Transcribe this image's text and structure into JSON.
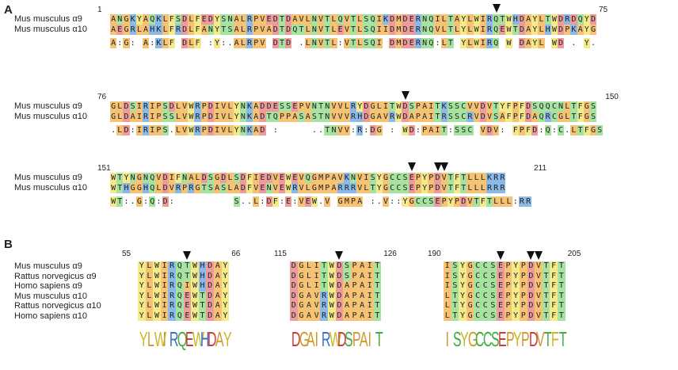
{
  "panels": {
    "a_label": "A",
    "b_label": "B"
  },
  "palette": {
    "hydrophobic": "#f6c375",
    "polar": "#a6e2a0",
    "acidic": "#ee9b9b",
    "basic": "#8bb9e8",
    "aromatic": "#f5ea8a",
    "polar_b": "#a6e2a0"
  },
  "panel_a": {
    "blocks": [
      {
        "start_label": "1",
        "end_label": "75",
        "rows": [
          {
            "name": "Mus musculus α9",
            "seq": "ANGKYAQKLFSDLFEDYSNALRPVEDTDAVLNVTLQVTLSQIKDMDERNQILTAYLWIRQTWHDAYLTWDRDQYD"
          },
          {
            "name": "Mus musculus α10",
            "seq": "AEGRLAHKLFRDLFANYTSALRPVADTDQTLNVTLEVTLSQIIDMDERNQVLTLYLWIRQEWTDAYLHWDPKAYG"
          },
          {
            "name": "",
            "seq": "A:G: A:KLF DLF :Y:.ALRPV DTD .LNVTL:VTLSQI DMDERNQ:LT YLWIRQ W DAYL WD . Y."
          }
        ],
        "arrows": [
          59
        ]
      },
      {
        "start_label": "76",
        "end_label": "150",
        "rows": [
          {
            "name": "Mus musculus α9",
            "seq": "GLDSIRIPSDLVWRPDIVLYNKADDESSEPVNTNVVLRYDGLITWDSPAITKSSCVVDVTYFPFDSQQCNLTFGS"
          },
          {
            "name": "Mus musculus α10",
            "seq": "GLDAIRIPSSLVWRPDIVLYNKADTQPPASASTNVVVRHDGAVRWDAPAITRSSCRVDVSAFPFDAQRCGLTFGS"
          },
          {
            "name": "",
            "seq": ".LD:IRIPS.LVWRPDIVLYNKAD :     ..TNVV:R:DG : WD:PAIT:SSC VDV: FPFD:Q:C.LTFGS"
          }
        ],
        "arrows": [
          45
        ]
      },
      {
        "start_label": "151",
        "end_label": "211",
        "rows": [
          {
            "name": "Mus musculus α9",
            "seq": "WTYNGNQVDIFNALDSGDLSDFIEDVEWEVQGMPAVKNVISYGCCSEPYPDVTFTLLLKRR"
          },
          {
            "name": "Mus musculus α10",
            "seq": "WTHGGHQLDVRPRGTSASLADFVENVEWRVLGMPARRRVLTYGCCSEPYPDVTFTLLLRRR"
          },
          {
            "name": "",
            "seq": "WT:.G:Q:D:         S..L:DF:E:VEW.V GMPA :.V::YGCCSEPYPDVTFTLLL:RR"
          }
        ],
        "arrows": [
          46,
          50,
          51
        ]
      }
    ]
  },
  "panel_b": {
    "species": [
      "Mus musculus α9",
      "Rattus norvegicus α9",
      "Homo sapiens α9",
      "Mus musculus α10",
      "Rattus norvegicus α10",
      "Homo sapiens α10"
    ],
    "groups": [
      {
        "start_label": "55",
        "end_label": "66",
        "seqs": [
          "YLWIRQTWHDAY",
          "YLWIRQTWHDAY",
          "YLWIRQIWHDAY",
          "YLWIRQEWTDAY",
          "YLWIRQEWTDAY",
          "YLWIRQEWTDAY"
        ],
        "arrows": [
          6
        ],
        "logo": "YLWIRQEWHDAY"
      },
      {
        "start_label": "115",
        "end_label": "126",
        "seqs": [
          "DGLITWDSPAIT",
          "DGLITWDSPAIT",
          "DGLITWDAPAIT",
          "DGAVRWDAPAIT",
          "DGAVRWDAPAIT",
          "DGAVRWDAPAIT"
        ],
        "arrows": [
          6
        ],
        "logo": "DGAIRWDSPAIT"
      },
      {
        "start_label": "190",
        "end_label": "205",
        "seqs": [
          "ISYGCCSEPYPDVTFT",
          "ISYGCCSEPYPDVTFT",
          "ISYGCCSEPYPDVTFT",
          "LTYGCCSEPYPDVTFT",
          "LTYGCCSEPYPDVTFT",
          "LTYGCCSEPYPDVTFT"
        ],
        "arrows": [
          7,
          11,
          12
        ],
        "logo": "ISYGCCSEPYPDVTFT"
      }
    ]
  }
}
